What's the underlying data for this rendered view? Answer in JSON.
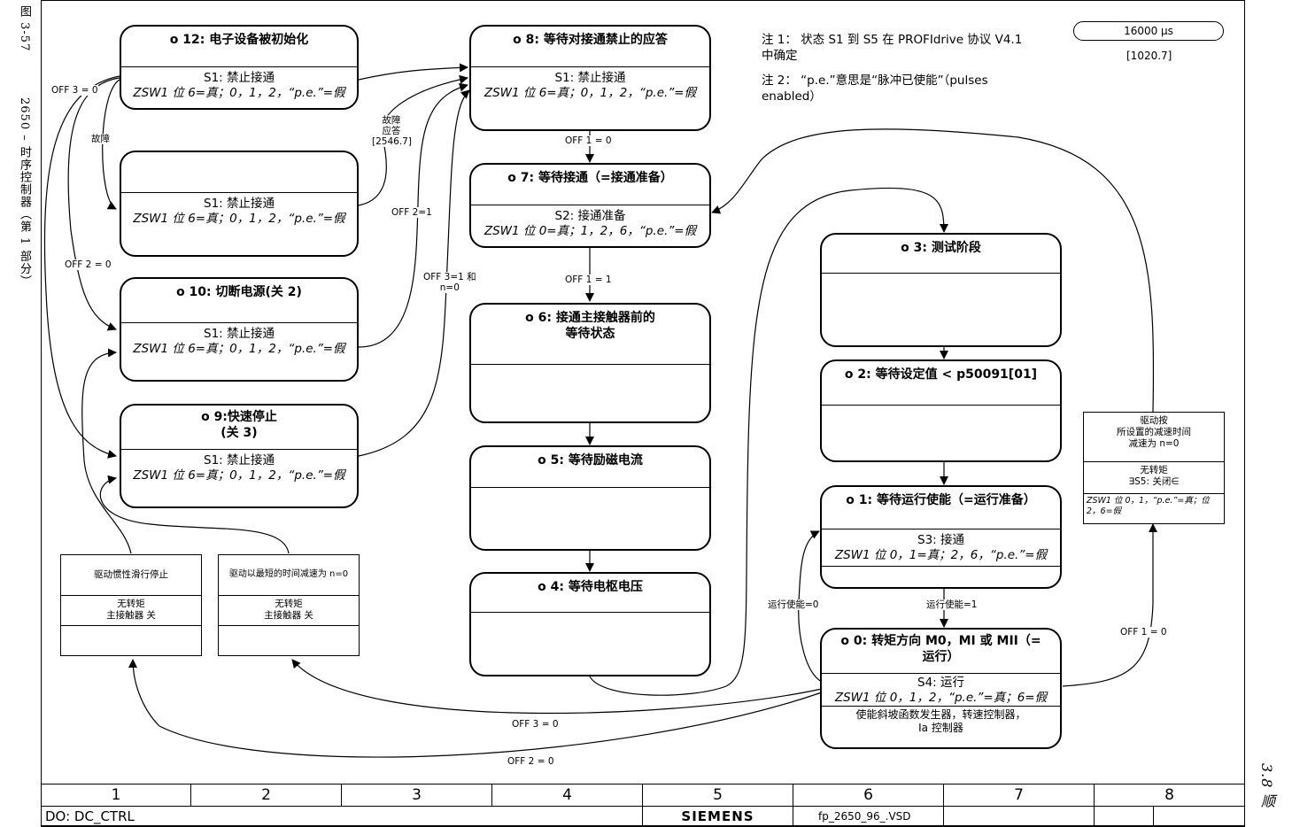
{
  "side": {
    "figure_no": "图 3-57",
    "caption": "2650 – 时序控制器（第 1 部分）",
    "right": "3.8 顺"
  },
  "notes": {
    "n1_line1": "注 1：  状态 S1 到 S5 在 PROFIdrive 协议 V4.1",
    "n1_line2": "中确定",
    "n2_line1": "注 2：  “p.e.”意思是“脉冲已使能”（pulses",
    "n2_line2": "enabled）",
    "cycle": "16000 µs",
    "ref": "[1020.7]"
  },
  "states": {
    "o12": {
      "title": "o 12:  电子设备被初始化",
      "s": "S1: 禁止接通",
      "z": "ZSW1 位 6=真；0，1，2，“p.e.”=假"
    },
    "fault": {
      "s": "S1: 禁止接通",
      "z": "ZSW1 位 6=真；0，1，2，“p.e.”=假"
    },
    "o10": {
      "title": "o  10:  切断电源(关 2)",
      "s": "S1: 禁止接通",
      "z": "ZSW1 位 6=真；0，1，2，“p.e.”=假"
    },
    "o9": {
      "title1": "o 9:快速停止",
      "title2": "(关 3)",
      "s": "S1: 禁止接通",
      "z": "ZSW1 位 6=真；0，1，2，“p.e.”=假"
    },
    "o8": {
      "title": "o  8:  等待对接通禁止的应答",
      "s": "S1: 禁止接通",
      "z": "ZSW1 位 6=真；0，1，2，“p.e.”=假"
    },
    "o7": {
      "title": "o  7:  等待接通（=接通准备）",
      "s": "S2: 接通准备",
      "z": "ZSW1 位 0=真；1，2，6，“p.e.”=假"
    },
    "o6": {
      "title1": "o  6:  接通主接触器前的",
      "title2": "等待状态"
    },
    "o5": {
      "title": "o  5:  等待励磁电流"
    },
    "o4": {
      "title": "o  4:  等待电枢电压"
    },
    "o3": {
      "title": "o  3:  测试阶段"
    },
    "o2": {
      "title": "o  2:  等待设定值 < p50091[01]"
    },
    "o1": {
      "title": "o  1:  等待运行使能（=运行准备）",
      "s": "S3: 接通",
      "z": "ZSW1 位 0，1=真；2，6，“p.e.”=假"
    },
    "o0": {
      "title1": "o  0:  转矩方向 M0，MI 或 MII（=",
      "title2": "运行）",
      "s": "S4: 运行",
      "z": "ZSW1 位 0，1，2，“p.e.”=真；6=假",
      "ex1": "使能斜坡函数发生器，转速控制器，",
      "ex2": "Ia 控制器"
    }
  },
  "small_boxes": {
    "coast": {
      "r1": "驱动惯性滑行停止",
      "r2a": "无转矩",
      "r2b": "主接触器 关"
    },
    "fastest": {
      "r1": "驱动以最短的时间减速为 n=0",
      "r2a": "无转矩",
      "r2b": "主接触器 关"
    },
    "ramp": {
      "r1a": "驱动按",
      "r1b": "所设置的减速时间",
      "r1c": "减速为 n=0",
      "r2a": "无转矩",
      "r2b": "∃S5: 关闭∈",
      "r3a": "ZSW1 位 0，1，“p.e.”=真；位",
      "r3b": "2，6=假"
    }
  },
  "labels": {
    "off3_0_top": "OFF 3 = 0",
    "fault": "故障",
    "off2_0_left": "OFF 2 = 0",
    "ack1": "故障",
    "ack2": "应答",
    "ack3": "[2546.7]",
    "off2_1": "OFF 2=1",
    "off3_1a": "OFF 3=1 和",
    "off3_1b": "n=0",
    "off1_0_mid": "OFF 1 = 0",
    "off1_1_mid": "OFF 1 = 1",
    "run_en_0": "运行使能=0",
    "run_en_1": "运行使能=1",
    "off1_0_right": "OFF 1 = 0",
    "off3_0_bottom": "OFF 3 = 0",
    "off2_0_bottom": "OFF 2 = 0"
  },
  "footer": {
    "cols": [
      "1",
      "2",
      "3",
      "4",
      "5",
      "6",
      "7",
      "8"
    ],
    "doc": "DO: DC_CTRL",
    "brand": "SIEMENS",
    "file": "fp_2650_96_.VSD"
  }
}
